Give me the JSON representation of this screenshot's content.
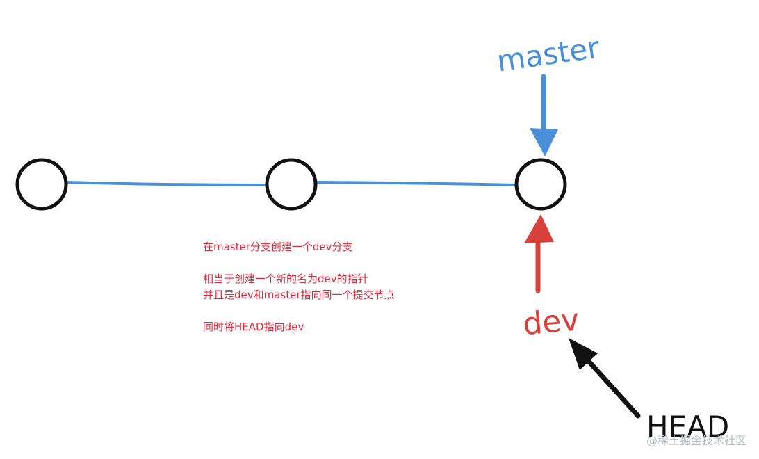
{
  "diagram": {
    "commits": [
      {
        "id": "commit-1"
      },
      {
        "id": "commit-2"
      },
      {
        "id": "commit-3"
      }
    ],
    "pointers": {
      "master": {
        "label": "master",
        "color": "#4a90d9"
      },
      "dev": {
        "label": "dev",
        "color": "#d8413a"
      },
      "head": {
        "label": "HEAD",
        "color": "#111111"
      }
    },
    "line_color": "#4a90d9"
  },
  "notes": {
    "line1": "在master分支创建一个dev分支",
    "line2": "相当于创建一个新的名为dev的指针",
    "line3": "并且是dev和master指向同一个提交节点",
    "line4": "同时将HEAD指向dev",
    "color": "#e8273b"
  },
  "watermark": {
    "text": "@稀土掘金技术社区"
  }
}
